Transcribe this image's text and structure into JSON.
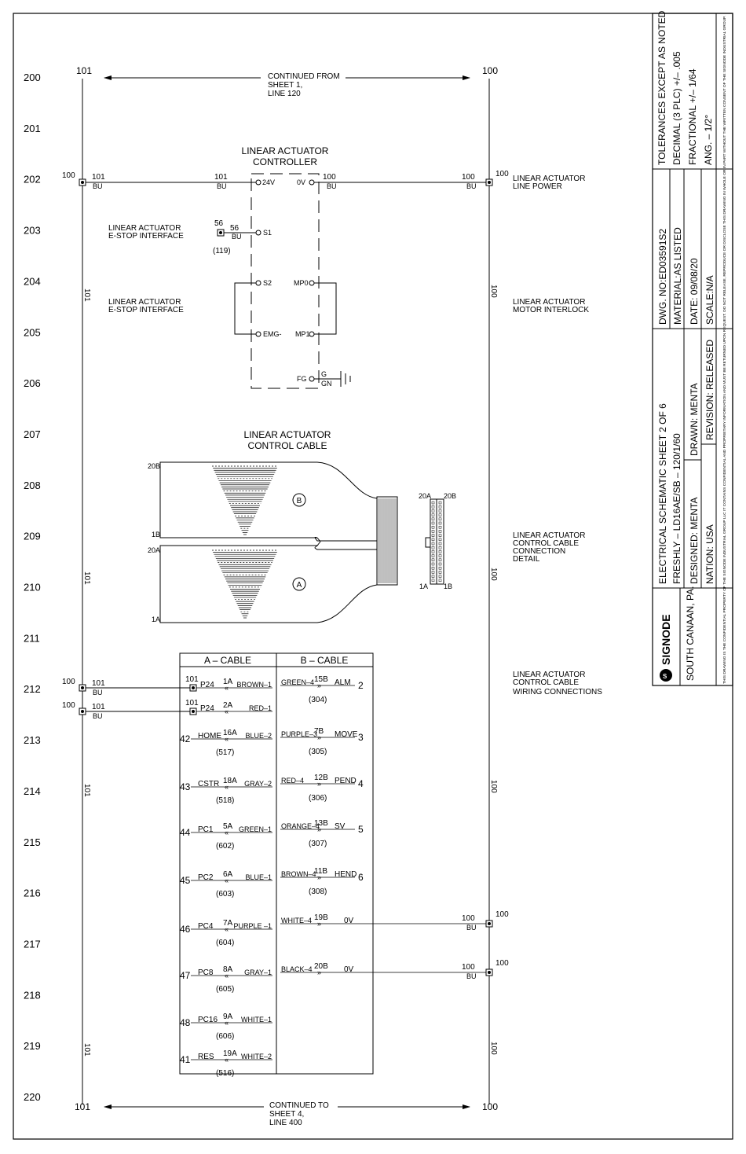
{
  "rows": [
    "200",
    "201",
    "202",
    "203",
    "204",
    "205",
    "206",
    "207",
    "208",
    "209",
    "210",
    "211",
    "212",
    "213",
    "214",
    "215",
    "216",
    "217",
    "218",
    "219",
    "220"
  ],
  "rail": {
    "left": "101",
    "right": "100"
  },
  "continued_from": [
    "CONTINUED FROM",
    "SHEET 1,",
    "LINE 120"
  ],
  "continued_to": [
    "CONTINUED TO",
    "SHEET 4,",
    "LINE 400"
  ],
  "controller": {
    "title": [
      "LINEAR ACTUATOR",
      "CONTROLLER"
    ],
    "pins": {
      "p24v": "24V",
      "p0v": "0V",
      "s1": "S1",
      "s2": "S2",
      "mp0": "MP0",
      "emg": "EMG-",
      "mp1": "MP1",
      "fg": "FG"
    },
    "ground": [
      "G",
      "GN"
    ]
  },
  "wire_tags": {
    "w101": "101",
    "w100": "100",
    "bu": "BU",
    "w56": "56",
    "ref119": "(119)"
  },
  "notes": {
    "estop1": [
      "LINEAR ACTUATOR",
      "E-STOP INTERFACE"
    ],
    "estop2": [
      "LINEAR ACTUATOR",
      "E-STOP INTERFACE"
    ],
    "line_power": [
      "LINEAR ACTUATOR",
      "LINE POWER"
    ],
    "motor_interlock": [
      "LINEAR ACTUATOR",
      "MOTOR INTERLOCK"
    ],
    "cable_detail": [
      "LINEAR ACTUATOR",
      "CONTROL CABLE",
      "CONNECTION",
      "DETAIL"
    ],
    "wiring": [
      "LINEAR ACTUATOR",
      "CONTROL CABLE",
      "WIRING CONNECTIONS"
    ]
  },
  "cable": {
    "title": [
      "LINEAR ACTUATOR",
      "CONTROL CABLE"
    ],
    "b_top": "20B",
    "b_bot": "1B",
    "a_top": "20A",
    "a_bot": "1A",
    "b_circle": "B",
    "a_circle": "A",
    "conn_20a": "20A",
    "conn_20b": "20B",
    "conn_1a": "1A",
    "conn_1b": "1B"
  },
  "table": {
    "a_header": "A  –  CABLE",
    "b_header": "B  –  CABLE",
    "a_rows": [
      {
        "term": "",
        "sig": "P24",
        "pin": "1A",
        "color": "BROWN–1",
        "ref": "",
        "wire": "101"
      },
      {
        "term": "",
        "sig": "P24",
        "pin": "2A",
        "color": "RED–1",
        "ref": "",
        "wire": "101"
      },
      {
        "term": "42",
        "sig": "HOME",
        "pin": "16A",
        "color": "BLUE–2",
        "ref": "(517)",
        "wire": ""
      },
      {
        "term": "43",
        "sig": "CSTR",
        "pin": "18A",
        "color": "GRAY–2",
        "ref": "(518)",
        "wire": ""
      },
      {
        "term": "44",
        "sig": "PC1",
        "pin": "5A",
        "color": "GREEN–1",
        "ref": "(602)",
        "wire": ""
      },
      {
        "term": "45",
        "sig": "PC2",
        "pin": "6A",
        "color": "BLUE–1",
        "ref": "(603)",
        "wire": ""
      },
      {
        "term": "46",
        "sig": "PC4",
        "pin": "7A",
        "color": "PURPLE –1",
        "ref": "(604)",
        "wire": ""
      },
      {
        "term": "47",
        "sig": "PC8",
        "pin": "8A",
        "color": "GRAY–1",
        "ref": "(605)",
        "wire": ""
      },
      {
        "term": "48",
        "sig": "PC16",
        "pin": "9A",
        "color": "WHITE–1",
        "ref": "(606)",
        "wire": ""
      },
      {
        "term": "41",
        "sig": "RES",
        "pin": "19A",
        "color": "WHITE–2",
        "ref": "(516)",
        "wire": ""
      }
    ],
    "b_rows": [
      {
        "color": "GREEN–4",
        "pin": "15B",
        "sig": "ALM",
        "term": "2",
        "ref": "(304)"
      },
      {
        "color": "PURPLE–3",
        "pin": "7B",
        "sig": "MOVE",
        "term": "3",
        "ref": "(305)"
      },
      {
        "color": "RED–4",
        "pin": "12B",
        "sig": "PEND",
        "term": "4",
        "ref": "(306)"
      },
      {
        "color": "ORANGE–4",
        "pin": "13B",
        "sig": "SV",
        "term": "5",
        "ref": "(307)"
      },
      {
        "color": "BROWN–4",
        "pin": "11B",
        "sig": "HEND",
        "term": "6",
        "ref": "(308)"
      },
      {
        "color": "WHITE–4",
        "pin": "19B",
        "sig": "0V",
        "term": "",
        "ref": ""
      },
      {
        "color": "BLACK–4",
        "pin": "20B",
        "sig": "0V",
        "term": "",
        "ref": ""
      }
    ]
  },
  "title_block": {
    "tolerances": [
      "TOLERANCES EXCEPT AS NOTED",
      "DECIMAL (3 PLC) +/– .005",
      "FRACTIONAL +/– 1/64",
      "ANG. – 1/2°"
    ],
    "info": [
      "DWG. NO:ED03591S2",
      "MATERIAL:AS LISTED",
      "DATE: 09/08/20",
      "SCALE:N/A"
    ],
    "title": [
      "ELECTRICAL SCHEMATIC SHEET 2 OF 6",
      "FRESHLY – LD16AE/SB – 120/1/60"
    ],
    "drawn": "DRAWN: MENTA",
    "revision": "REVISION: RELEASED",
    "designed": "DESIGNED: MENTA",
    "nation": "NATION:   USA",
    "logo": "SIGNODE",
    "location": "SOUTH CANAAN, PA.",
    "notice": "THIS DRAWING IS THE CONFIDENTIAL PROPERTY OF THE SIGNODE INDUSTRIAL GROUP LLC IT CONTAINS CONFIDENTIAL AND PROPRIETARY INFORMATION AND MUST BE RETURNED UPON REQUEST. DO NOT RELEASE, REPRODUCE OR DISCLOSE THIS DRAWING IN WHOLE OR IN PART WITHOUT THE WRITTEN CONSENT OF THE SIGNODE INDUSTRIAL GROUP."
  }
}
